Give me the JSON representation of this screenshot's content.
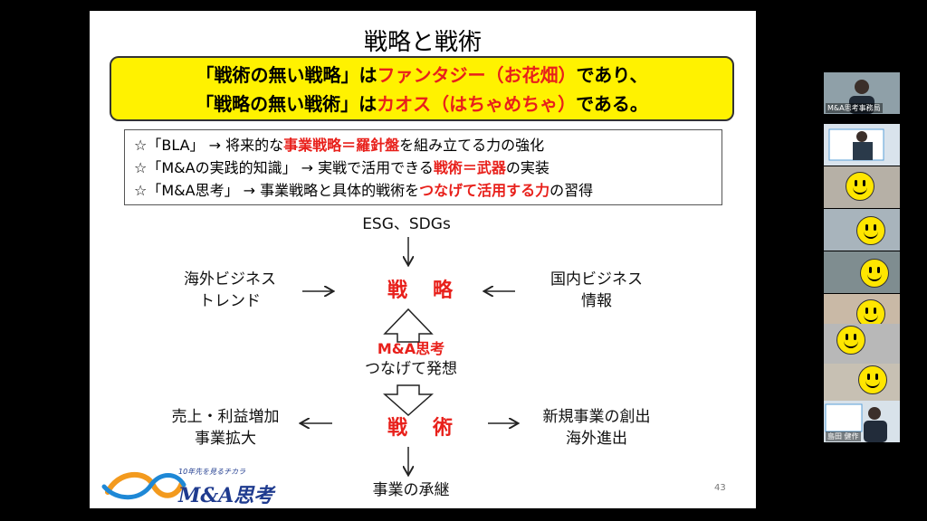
{
  "slide": {
    "title": "戦略と戦術",
    "banner": {
      "line1": [
        "「戦術の無い戦略」は",
        "ファンタジー（お花畑）",
        "であり、"
      ],
      "line2": [
        "「戦略の無い戦術」は",
        "カオス（はちゃめちゃ）",
        "である。"
      ]
    },
    "bullets": [
      [
        "☆「BLA」 →  将来的な",
        "事業戦略＝羅針盤",
        "を組み立てる力の強化"
      ],
      [
        "☆「M&Aの実践的知識」 →  実戦で活用できる",
        "戦術＝武器",
        "の実装"
      ],
      [
        "☆「M&A思考」 →  事業戦略と具体的戦術を",
        "つなげて活用する力",
        "の習得"
      ]
    ],
    "diagram": {
      "top": "ESG、SDGs",
      "left_top": [
        "海外ビジネス",
        "トレンド"
      ],
      "right_top": [
        "国内ビジネス",
        "情報"
      ],
      "strategy": "戦略",
      "center_red": "M&A思考",
      "center_sub": "つなげて発想",
      "tactics": "戦術",
      "left_bottom": [
        "売上・利益増加",
        "事業拡大"
      ],
      "right_bottom": [
        "新規事業の創出",
        "海外進出"
      ],
      "bottom": "事業の承継"
    },
    "logo": {
      "tagline": "10年先を見るチカラ",
      "name": "M&A思考"
    },
    "page_number": "43"
  },
  "participants": [
    {
      "label": "M&A思考事務局",
      "smiley": false
    },
    {
      "label": "",
      "smiley": false
    },
    {
      "label": "",
      "smiley": true
    },
    {
      "label": "",
      "smiley": true
    },
    {
      "label": "",
      "smiley": true
    },
    {
      "label": "",
      "smiley": true
    },
    {
      "label": "",
      "smiley": true
    },
    {
      "label": "",
      "smiley": true
    },
    {
      "label": "島田 健作",
      "smiley": false
    }
  ],
  "colors": {
    "accent_red": "#e8201b",
    "banner_yellow": "#fff200",
    "logo_blue": "#1f3b8f"
  }
}
